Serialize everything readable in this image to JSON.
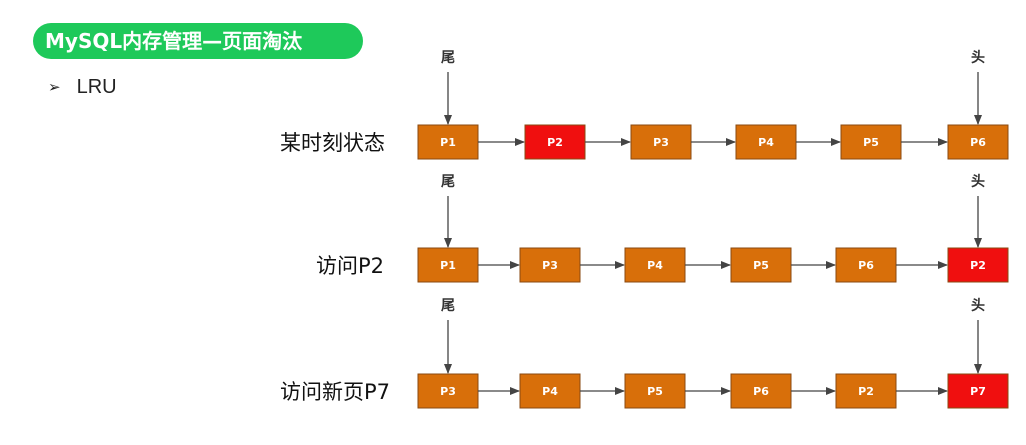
{
  "title": "MySQL内存管理—页面淘汰",
  "bullet": {
    "icon": "arrow-bullet-icon",
    "text": "LRU"
  },
  "colors": {
    "title_bg": "#1ec95a",
    "node_orange": "#d86f0a",
    "node_red": "#f00f0f",
    "node_border": "#8a4a10",
    "arrow": "#444444"
  },
  "rows": [
    {
      "label": "某时刻状态",
      "tail": "尾",
      "head": "头",
      "nodes": [
        {
          "label": "P1",
          "highlight": false
        },
        {
          "label": "P2",
          "highlight": true
        },
        {
          "label": "P3",
          "highlight": false
        },
        {
          "label": "P4",
          "highlight": false
        },
        {
          "label": "P5",
          "highlight": false
        },
        {
          "label": "P6",
          "highlight": false
        }
      ]
    },
    {
      "label": "访问P2",
      "tail": "尾",
      "head": "头",
      "nodes": [
        {
          "label": "P1",
          "highlight": false
        },
        {
          "label": "P3",
          "highlight": false
        },
        {
          "label": "P4",
          "highlight": false
        },
        {
          "label": "P5",
          "highlight": false
        },
        {
          "label": "P6",
          "highlight": false
        },
        {
          "label": "P2",
          "highlight": true
        }
      ]
    },
    {
      "label": "访问新页P7",
      "tail": "尾",
      "head": "头",
      "nodes": [
        {
          "label": "P3",
          "highlight": false
        },
        {
          "label": "P4",
          "highlight": false
        },
        {
          "label": "P5",
          "highlight": false
        },
        {
          "label": "P6",
          "highlight": false
        },
        {
          "label": "P2",
          "highlight": false
        },
        {
          "label": "P7",
          "highlight": true
        }
      ]
    }
  ]
}
